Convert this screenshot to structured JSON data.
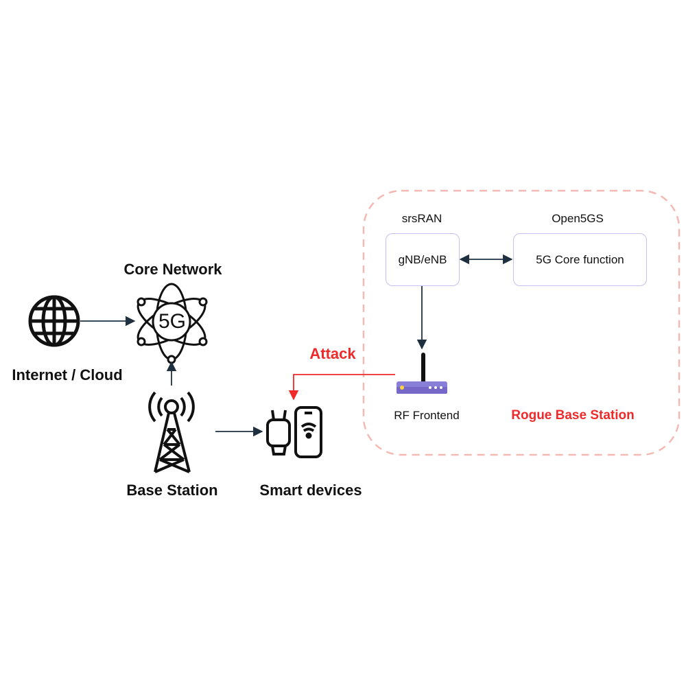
{
  "labels": {
    "core_network": "Core Network",
    "core_badge": "5G",
    "internet": "Internet / Cloud",
    "base_station": "Base Station",
    "smart_devices": "Smart devices",
    "attack": "Attack",
    "srsran": "srsRAN",
    "open5gs": "Open5GS",
    "gnb": "gNB/eNB",
    "core_function": "5G Core function",
    "rf_frontend": "RF Frontend",
    "rogue": "Rogue Base Station"
  },
  "colors": {
    "arrow": "#1e2f3f",
    "attack": "#ee2a2a",
    "dashed_border": "#f4b9b2",
    "box_border": "#c6c0f0",
    "router": "#8a7fd8"
  },
  "icons": [
    "globe-icon",
    "atom-5g-icon",
    "cell-tower-icon",
    "smartwatch-icon",
    "smartphone-icon",
    "router-icon"
  ]
}
